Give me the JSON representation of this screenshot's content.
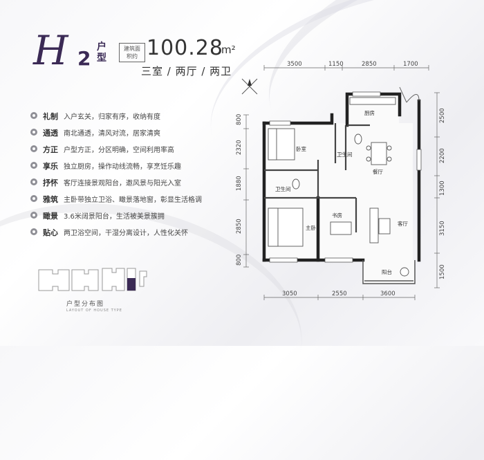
{
  "header": {
    "type_letter": "H",
    "type_number": "2",
    "type_suffix": "户型",
    "area_label": "建筑面积约",
    "area_value": "100.28",
    "area_unit": "m²",
    "rooms": "三室 / 两厅 / 两卫"
  },
  "features": [
    {
      "title": "礼制",
      "text": "入户玄关，归家有序，收纳有度"
    },
    {
      "title": "通透",
      "text": "南北通透，清风对流，居家清爽"
    },
    {
      "title": "方正",
      "text": "户型方正，分区明确，空间利用率高"
    },
    {
      "title": "享乐",
      "text": "独立厨房，操作动线流畅，享烹饪乐趣"
    },
    {
      "title": "抒怀",
      "text": "客厅连接景观阳台，邀风景与阳光入室"
    },
    {
      "title": "雅筑",
      "text": "主卧带独立卫浴、瞰景落地窗，彰显生活格调"
    },
    {
      "title": "瞰景",
      "text": "3.6米阔景阳台，生活被美景簇拥"
    },
    {
      "title": "贴心",
      "text": "两卫浴空间，干湿分离设计，人性化关怀"
    }
  ],
  "locator": {
    "caption": "户型分布图",
    "sub": "LAYOUT OF HOUSE TYPE"
  },
  "plan": {
    "top_dims": [
      "3500",
      "1150",
      "2850",
      "1700"
    ],
    "bottom_dims": [
      "3050",
      "2550",
      "3600"
    ],
    "left_dims": [
      "800",
      "2320",
      "1880",
      "2850",
      "800"
    ],
    "right_dims": [
      "2500",
      "2200",
      "1300",
      "3150",
      "1500"
    ],
    "rooms": {
      "kitchen": "厨房",
      "bedroom": "卧室",
      "bath2": "卫生间",
      "dining": "餐厅",
      "bath1": "卫生间",
      "master": "主卧",
      "study": "书房",
      "living": "客厅",
      "balcony": "阳台"
    }
  }
}
